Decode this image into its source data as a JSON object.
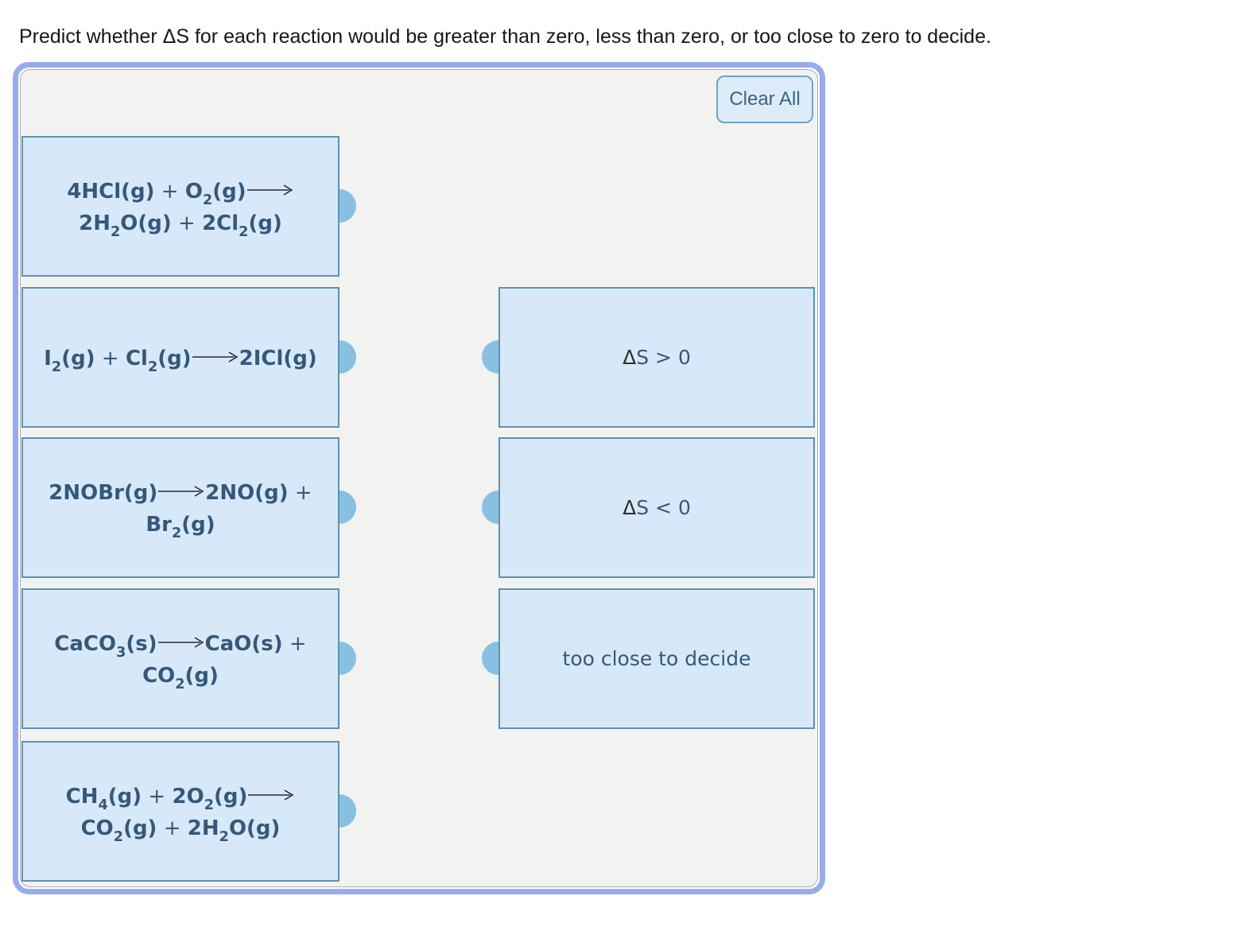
{
  "title": "Predict whether ΔS for each reaction would be greater than zero, less than zero, or too close to zero to decide.",
  "panel": {
    "clear_all_label": "Clear All",
    "reactions": [
      {
        "text": "4HCl(g) + O2(g) ⟶ 2H2O(g) + 2Cl2(g)",
        "tokens": [
          {
            "k": "t",
            "v": "4HCl(g)"
          },
          {
            "k": "op",
            "v": " + "
          },
          {
            "k": "t",
            "v": "O"
          },
          {
            "k": "sub",
            "v": "2"
          },
          {
            "k": "t",
            "v": "(g)"
          },
          {
            "k": "arrow"
          },
          {
            "k": "br"
          },
          {
            "k": "t",
            "v": "2H"
          },
          {
            "k": "sub",
            "v": "2"
          },
          {
            "k": "t",
            "v": "O(g)"
          },
          {
            "k": "op",
            "v": " + "
          },
          {
            "k": "t",
            "v": "2Cl"
          },
          {
            "k": "sub",
            "v": "2"
          },
          {
            "k": "t",
            "v": "(g)"
          }
        ]
      },
      {
        "text": "I2(g) + Cl2(g) ⟶ 2ICl(g)",
        "tokens": [
          {
            "k": "t",
            "v": "I"
          },
          {
            "k": "sub",
            "v": "2"
          },
          {
            "k": "t",
            "v": "(g)"
          },
          {
            "k": "op",
            "v": " + "
          },
          {
            "k": "t",
            "v": "Cl"
          },
          {
            "k": "sub",
            "v": "2"
          },
          {
            "k": "t",
            "v": "(g)"
          },
          {
            "k": "arrow"
          },
          {
            "k": "t",
            "v": "2ICl(g)"
          }
        ]
      },
      {
        "text": "2NOBr(g) ⟶ 2NO(g) + Br2(g)",
        "tokens": [
          {
            "k": "t",
            "v": "2NOBr(g)"
          },
          {
            "k": "arrow"
          },
          {
            "k": "t",
            "v": "2NO(g)"
          },
          {
            "k": "op",
            "v": " +"
          },
          {
            "k": "br"
          },
          {
            "k": "t",
            "v": "Br"
          },
          {
            "k": "sub",
            "v": "2"
          },
          {
            "k": "t",
            "v": "(g)"
          }
        ]
      },
      {
        "text": "CaCO3(s) ⟶ CaO(s) + CO2(g)",
        "tokens": [
          {
            "k": "t",
            "v": "CaCO"
          },
          {
            "k": "sub",
            "v": "3"
          },
          {
            "k": "t",
            "v": "(s)"
          },
          {
            "k": "arrow"
          },
          {
            "k": "t",
            "v": "CaO(s)"
          },
          {
            "k": "op",
            "v": " +"
          },
          {
            "k": "br"
          },
          {
            "k": "t",
            "v": "CO"
          },
          {
            "k": "sub",
            "v": "2"
          },
          {
            "k": "t",
            "v": "(g)"
          }
        ]
      },
      {
        "text": "CH4(g) + 2O2(g) ⟶ CO2(g) + 2H2O(g)",
        "tokens": [
          {
            "k": "t",
            "v": "CH"
          },
          {
            "k": "sub",
            "v": "4"
          },
          {
            "k": "t",
            "v": "(g)"
          },
          {
            "k": "op",
            "v": " + "
          },
          {
            "k": "t",
            "v": "2O"
          },
          {
            "k": "sub",
            "v": "2"
          },
          {
            "k": "t",
            "v": "(g)"
          },
          {
            "k": "arrow"
          },
          {
            "k": "br"
          },
          {
            "k": "t",
            "v": "CO"
          },
          {
            "k": "sub",
            "v": "2"
          },
          {
            "k": "t",
            "v": "(g)"
          },
          {
            "k": "op",
            "v": " + "
          },
          {
            "k": "t",
            "v": "2H"
          },
          {
            "k": "sub",
            "v": "2"
          },
          {
            "k": "t",
            "v": "O(g)"
          }
        ]
      }
    ],
    "answers": [
      {
        "text": "ΔS > 0",
        "tokens": [
          {
            "k": "delta",
            "v": "Δ"
          },
          {
            "k": "op",
            "v": "S > 0"
          }
        ]
      },
      {
        "text": "ΔS < 0",
        "tokens": [
          {
            "k": "delta",
            "v": "Δ"
          },
          {
            "k": "op",
            "v": "S < 0"
          }
        ]
      },
      {
        "text": "too close to decide",
        "tokens": [
          {
            "k": "op",
            "v": "too close to decide"
          }
        ]
      }
    ],
    "colors": {
      "panel_border": "#97acec",
      "panel_bg": "#f2f2f1",
      "panel_inner_border": "#abaeb5",
      "tile_bg": "#d7e9f8",
      "tile_border": "#5f92b0",
      "tile_text": "#35587a",
      "connector_dot": "#88c0e2",
      "button_bg": "#dcecf9",
      "button_border": "#6fa3c8",
      "button_text": "#3f6480",
      "arrow": "#2a2a2a"
    }
  }
}
